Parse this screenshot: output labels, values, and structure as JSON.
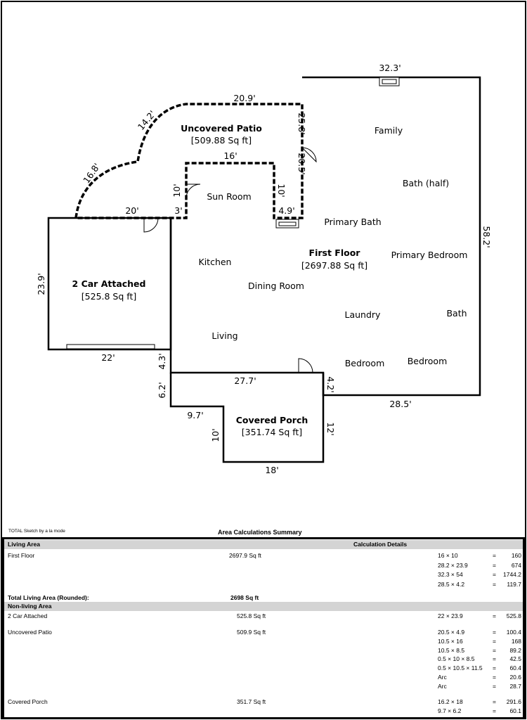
{
  "plan": {
    "areas": {
      "patio": {
        "name": "Uncovered Patio",
        "area": "[509.88 Sq ft]"
      },
      "first_floor": {
        "name": "First Floor",
        "area": "[2697.88 Sq ft]"
      },
      "garage": {
        "name": "2 Car Attached",
        "area": "[525.8 Sq ft]"
      },
      "porch": {
        "name": "Covered Porch",
        "area": "[351.74 Sq ft]"
      }
    },
    "rooms": [
      "Family",
      "Bath (half)",
      "Sun Room",
      "Primary Bath",
      "Primary Bedroom",
      "Kitchen",
      "Dining Room",
      "Laundry",
      "Bath",
      "Living",
      "Bedroom",
      "Bedroom"
    ],
    "dimensions": [
      "32.3'",
      "20.9'",
      "14.2'",
      "16.8'",
      "25.8'",
      "20.5'",
      "16'",
      "10'",
      "10'",
      "4.9'",
      "20'",
      "3'",
      "58.2'",
      "23.9'",
      "22'",
      "4.3'",
      "6.2'",
      "27.7'",
      "4.2'",
      "28.5'",
      "9.7'",
      "10'",
      "12'",
      "18'"
    ]
  },
  "footer": {
    "credit": "TOTAL Sketch by a la mode",
    "summary_title": "Area Calculations Summary"
  },
  "table": {
    "living_header": "Living Area",
    "details_header": "Calculation Details",
    "first_floor": {
      "label": "First Floor",
      "area": "2697.9 Sq ft",
      "calcs": [
        {
          "f": "16 × 10",
          "v": "160"
        },
        {
          "f": "28.2 × 23.9",
          "v": "674"
        },
        {
          "f": "32.3 × 54",
          "v": "1744.2"
        },
        {
          "f": "28.5 × 4.2",
          "v": "119.7"
        }
      ]
    },
    "total_label": "Total Living Area (Rounded):",
    "total_value": "2698 Sq ft",
    "nonliving_header": "Non-living Area",
    "garage": {
      "label": "2 Car Attached",
      "area": "525.8 Sq ft",
      "calcs": [
        {
          "f": "22 × 23.9",
          "v": "525.8"
        }
      ]
    },
    "patio": {
      "label": "Uncovered Patio",
      "area": "509.9 Sq ft",
      "calcs": [
        {
          "f": "20.5 × 4.9",
          "v": "100.4"
        },
        {
          "f": "10.5 × 16",
          "v": "168"
        },
        {
          "f": "10.5 × 8.5",
          "v": "89.2"
        },
        {
          "f": "0.5 × 10 × 8.5",
          "v": "42.5"
        },
        {
          "f": "0.5 × 10.5 × 11.5",
          "v": "60.4"
        },
        {
          "f": "Arc",
          "v": "20.6"
        },
        {
          "f": "Arc",
          "v": "28.7"
        }
      ]
    },
    "porch": {
      "label": "Covered Porch",
      "area": "351.7 Sq ft",
      "calcs": [
        {
          "f": "16.2 × 18",
          "v": "291.6"
        },
        {
          "f": "9.7 × 6.2",
          "v": "60.1"
        }
      ]
    },
    "eq": "="
  }
}
